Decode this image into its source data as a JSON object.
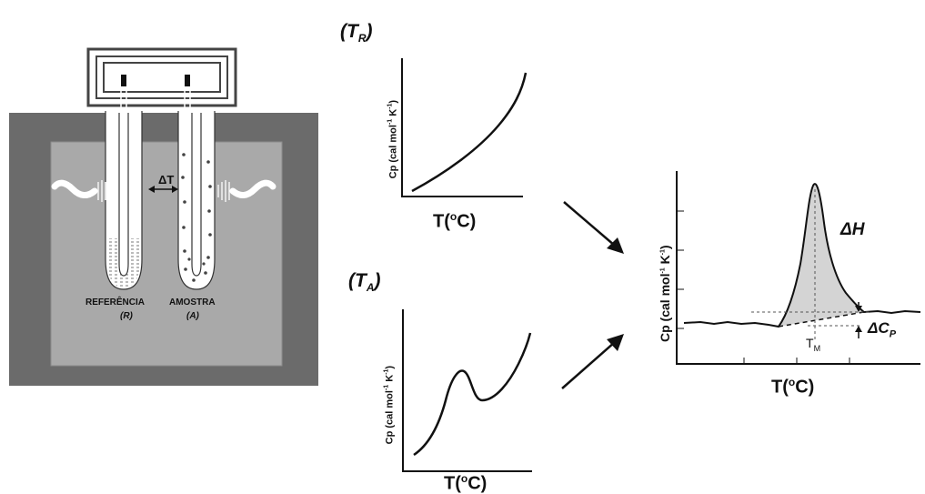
{
  "apparatus": {
    "delta_t": "ΔT",
    "reference_label": "REFERÊNCIA",
    "reference_code": "(R)",
    "sample_label": "AMOSTRA",
    "sample_code": "(A)"
  },
  "charts": {
    "reference": {
      "tag": "T",
      "tag_sub": "R",
      "y_label": "Cp (cal mol",
      "y_unit_tail": " K",
      "x_label": "T(",
      "x_unit": "C)"
    },
    "sample": {
      "tag": "T",
      "tag_sub": "A",
      "y_label": "Cp (cal mol",
      "y_unit_tail": " K",
      "x_label": "T(",
      "x_unit": "C)"
    },
    "result": {
      "y_label": "Cp (cal mol",
      "y_unit_tail": " K",
      "x_label": "T(",
      "x_unit": "C)",
      "delta_h": "ΔH",
      "delta_cp": "ΔC",
      "delta_cp_sub": "P",
      "tm": "T",
      "tm_sub": "M"
    }
  },
  "colors": {
    "frame": "#6b6b6b",
    "inner": "#a9a9a9",
    "ink": "#111111",
    "peak_fill": "#d4d4d4"
  }
}
